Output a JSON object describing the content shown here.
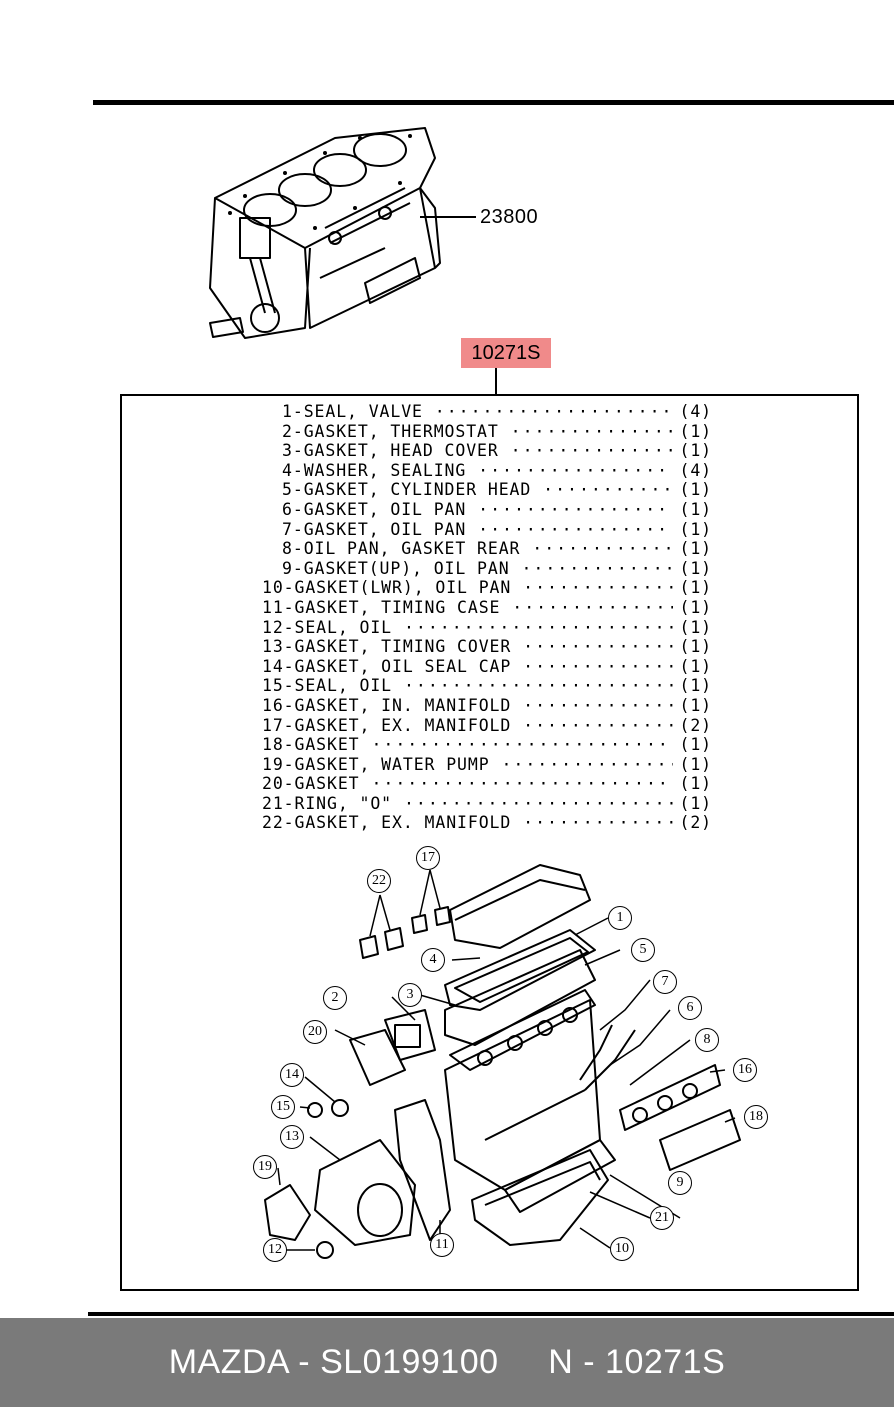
{
  "assembly": {
    "part_number": "23800",
    "kit_code": "10271S"
  },
  "parts": [
    {
      "no": "1",
      "name": "SEAL, VALVE",
      "qty": "(4)"
    },
    {
      "no": "2",
      "name": "GASKET, THERMOSTAT",
      "qty": "(1)"
    },
    {
      "no": "3",
      "name": "GASKET, HEAD COVER",
      "qty": "(1)"
    },
    {
      "no": "4",
      "name": "WASHER, SEALING",
      "qty": "(4)"
    },
    {
      "no": "5",
      "name": "GASKET, CYLINDER HEAD",
      "qty": "(1)"
    },
    {
      "no": "6",
      "name": "GASKET, OIL PAN",
      "qty": "(1)"
    },
    {
      "no": "7",
      "name": "GASKET, OIL PAN",
      "qty": "(1)"
    },
    {
      "no": "8",
      "name": "OIL PAN, GASKET REAR",
      "qty": "(1)"
    },
    {
      "no": "9",
      "name": "GASKET(UP), OIL PAN",
      "qty": "(1)"
    },
    {
      "no": "10",
      "name": "GASKET(LWR), OIL PAN",
      "qty": "(1)"
    },
    {
      "no": "11",
      "name": "GASKET, TIMING CASE",
      "qty": "(1)"
    },
    {
      "no": "12",
      "name": "SEAL, OIL",
      "qty": "(1)"
    },
    {
      "no": "13",
      "name": "GASKET, TIMING COVER",
      "qty": "(1)"
    },
    {
      "no": "14",
      "name": "GASKET, OIL SEAL CAP",
      "qty": "(1)"
    },
    {
      "no": "15",
      "name": "SEAL, OIL",
      "qty": "(1)"
    },
    {
      "no": "16",
      "name": "GASKET, IN. MANIFOLD",
      "qty": "(1)"
    },
    {
      "no": "17",
      "name": "GASKET, EX. MANIFOLD",
      "qty": "(2)"
    },
    {
      "no": "18",
      "name": "GASKET",
      "qty": "(1)"
    },
    {
      "no": "19",
      "name": "GASKET, WATER PUMP",
      "qty": "(1)"
    },
    {
      "no": "20",
      "name": "GASKET",
      "qty": "(1)"
    },
    {
      "no": "21",
      "name": "RING, \"O\"",
      "qty": "(1)"
    },
    {
      "no": "22",
      "name": "GASKET, EX. MANIFOLD",
      "qty": "(2)"
    }
  ],
  "callouts": [
    "1",
    "2",
    "3",
    "4",
    "5",
    "6",
    "7",
    "8",
    "9",
    "10",
    "11",
    "12",
    "13",
    "14",
    "15",
    "16",
    "17",
    "18",
    "19",
    "20",
    "21",
    "22"
  ],
  "footer": {
    "brand_part": "MAZDA - SL0199100",
    "kit_ref": "N - 10271S"
  },
  "colors": {
    "kit_code_highlight": "#f08a8a",
    "footer_background": "#7a7a7a",
    "footer_text": "#ffffff"
  }
}
